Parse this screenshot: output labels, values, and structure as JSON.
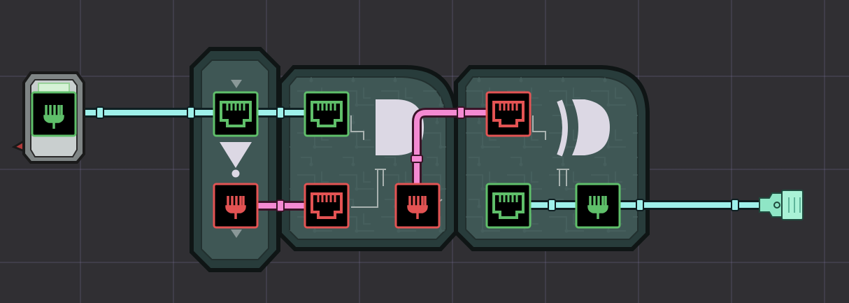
{
  "board": {
    "background_color": "#302f33",
    "grid_color": "#5b5670"
  },
  "wire_colors": {
    "on": "#9ef0ea",
    "off": "#f48ad2"
  },
  "port_colors": {
    "on": "#5fbf6a",
    "off": "#e35353"
  },
  "components": [
    {
      "name": "toggle-switch",
      "state": "on"
    },
    {
      "name": "not-gate-module",
      "input_state": "on",
      "output_state": "off"
    },
    {
      "name": "and-gate-module",
      "inputs": [
        "on",
        "off"
      ],
      "output_state": "off"
    },
    {
      "name": "xor-gate-module",
      "inputs": [
        "off",
        "on"
      ],
      "output_state": "on"
    },
    {
      "name": "output-connector",
      "state": "on"
    }
  ]
}
